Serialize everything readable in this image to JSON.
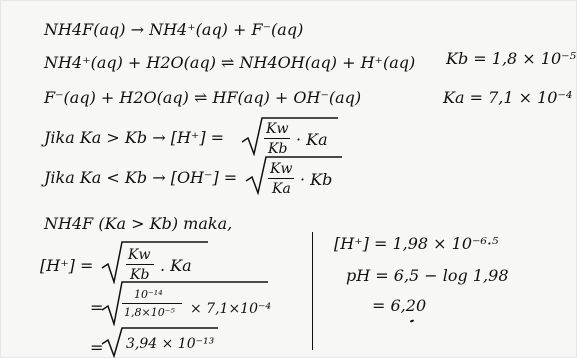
{
  "lines": {
    "l1": "NH4F(aq) → NH4⁺(aq) + F⁻(aq)",
    "l2": "NH4⁺(aq) + H2O(aq) ⇌ NH4OH(aq) + H⁺(aq)",
    "l2b": "Kb = 1,8 × 10⁻⁵",
    "l3": "F⁻(aq) + H2O(aq) ⇌ HF(aq) + OH⁻(aq)",
    "l3b": "Ka = 7,1 × 10⁻⁴",
    "l4_prefix": "Jika Ka > Kb → [H⁺] =",
    "l4_frac_num": "Kw",
    "l4_frac_den": "Kb",
    "l4_suffix": "· Ka",
    "l5_prefix": "Jika Ka < Kb → [OH⁻] =",
    "l5_frac_num": "Kw",
    "l5_frac_den": "Ka",
    "l5_suffix": "· Kb",
    "l6": "NH4F (Ka > Kb) maka,",
    "l7_prefix": "[H⁺] =",
    "l7_frac_num": "Kw",
    "l7_frac_den": "Kb",
    "l7_suffix": ". Ka",
    "l8_prefix": "=",
    "l8_frac_num": "10⁻¹⁴",
    "l8_frac_den": "1,8×10⁻⁵",
    "l8_suffix": "× 7,1×10⁻⁴",
    "l9_prefix": "=",
    "l9_root": "3,94 × 10⁻¹³",
    "r1": "[H⁺] = 1,98 × 10⁻⁶·⁵",
    "r2": "pH = 6,5 − log 1,98",
    "r3": "= 6,20"
  }
}
